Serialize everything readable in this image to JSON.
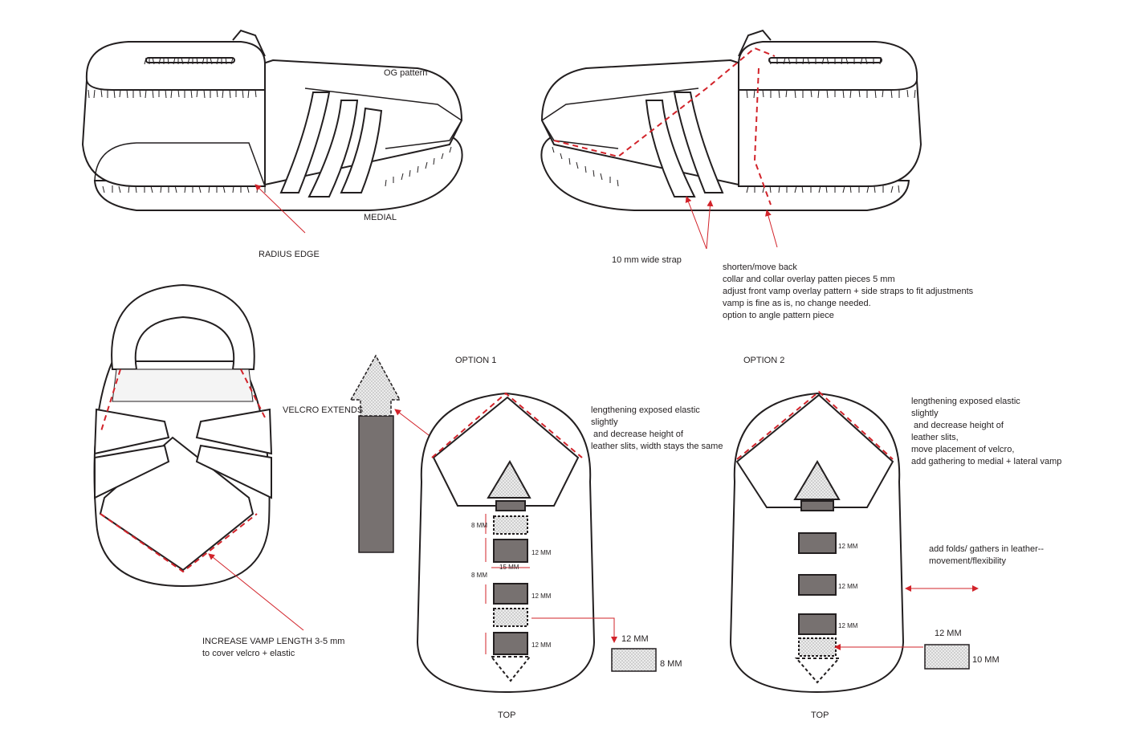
{
  "labels": {
    "og_pattern": "OG pattern",
    "medial": "MEDIAL",
    "radius_edge": "RADIUS EDGE",
    "strap": "10 mm wide strap",
    "notes": "shorten/move back\ncollar and collar overlay patten pieces 5 mm\nadjust front vamp overlay pattern + side straps to fit adjustments\nvamp is fine as is, no change needed.\noption to angle pattern piece",
    "velcro_extends": "VELCRO EXTENDS",
    "increase_vamp": "INCREASE VAMP LENGTH 3-5 mm\nto cover velcro + elastic",
    "option1": "OPTION 1",
    "option2": "OPTION 2",
    "option1_note": "lengthening exposed elastic\nslightly\n and decrease height of\nleather slits, width stays the same",
    "option2_note": "lengthening exposed elastic\nslightly\n and decrease height of\nleather slits,\nmove placement of velcro,\nadd gathering to medial + lateral vamp",
    "folds_note": "add folds/ gathers in leather--\nmovement/flexibility",
    "top": "TOP",
    "dim_8mm": "8 MM",
    "dim_12mm": "12 MM",
    "dim_15mm": "15 MM",
    "dim_10mm": "10 MM"
  },
  "colors": {
    "accent": "#d2232a",
    "elastic": "#777170",
    "line": "#231f20"
  }
}
